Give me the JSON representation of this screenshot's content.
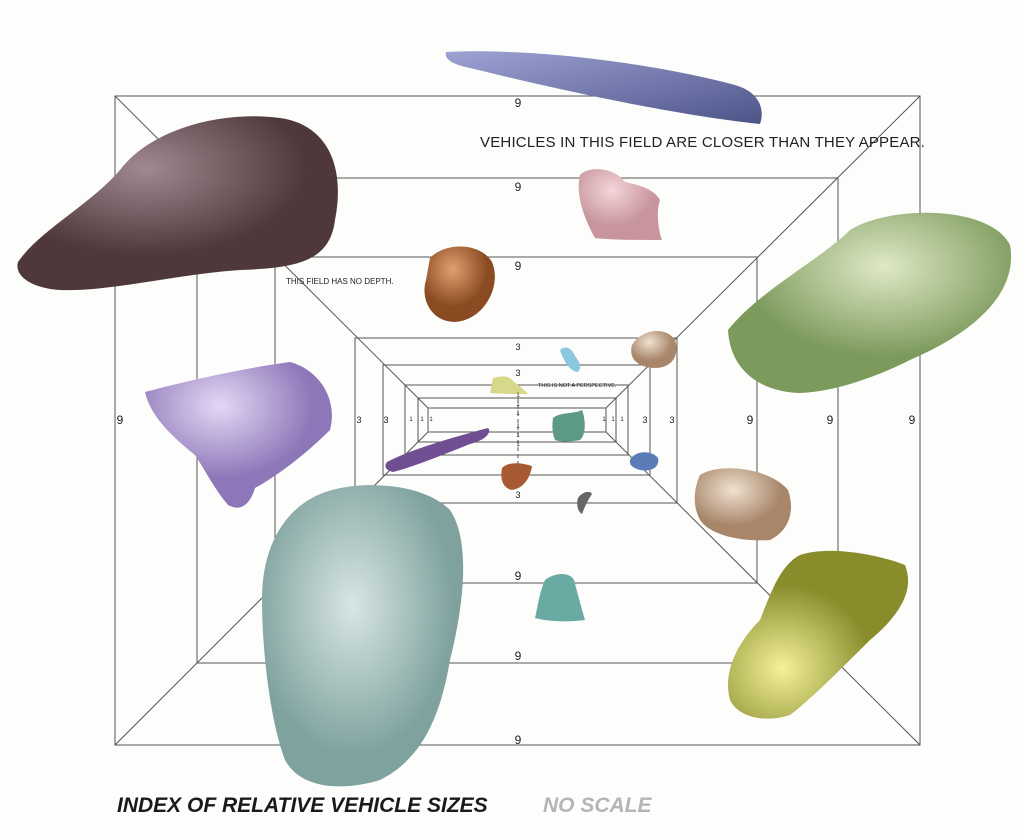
{
  "captions": {
    "closer": "VEHICLES IN THIS FIELD  ARE CLOSER THAN THEY APPEAR.",
    "no_depth": "THIS FIELD HAS NO DEPTH.",
    "not_perspective": "THIS IS NOT A PERSPECTIVE."
  },
  "title": "INDEX OF RELATIVE VEHICLE SIZES",
  "subtitle": "NO SCALE",
  "frame_labels": {
    "nine": "9",
    "three": "3",
    "one": "1"
  },
  "colors": {
    "line": "#555555",
    "title": "#1a1a1a",
    "no_scale": "#b5b5b5"
  }
}
